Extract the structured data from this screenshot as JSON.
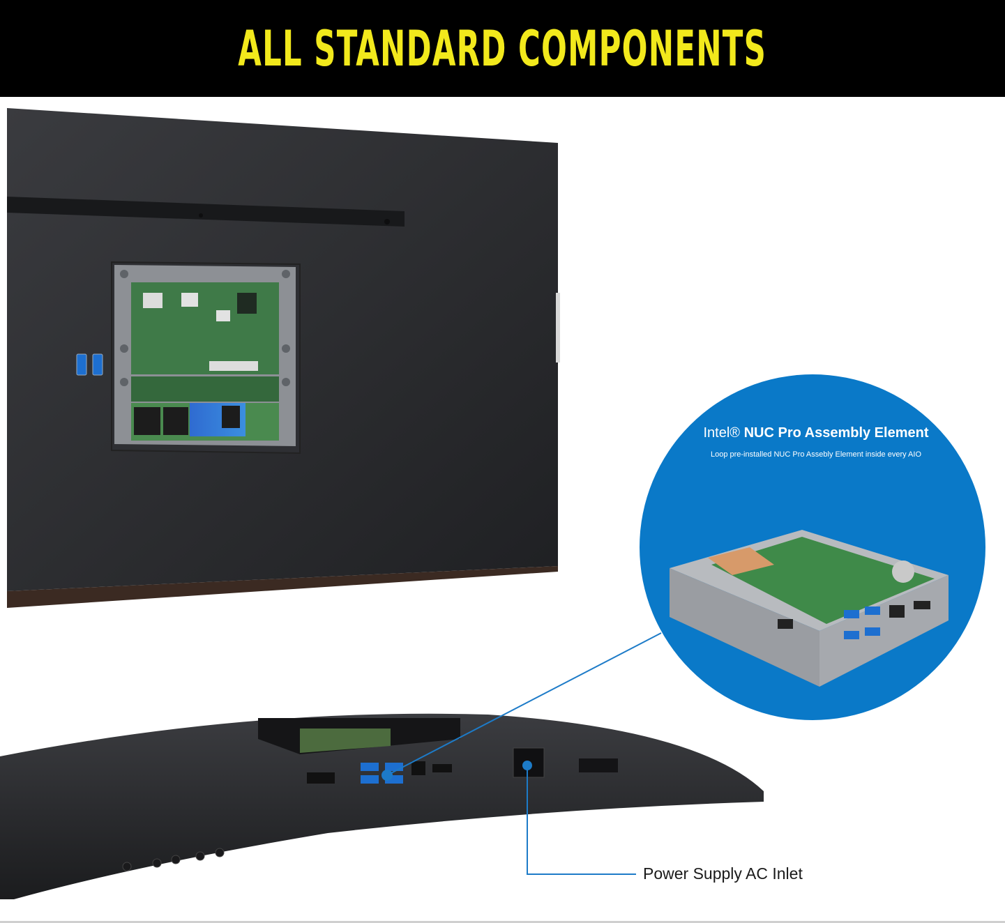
{
  "banner": {
    "title": "ALL STANDARD COMPONENTS",
    "background": "#000000",
    "text_color": "#f2e91c"
  },
  "callout": {
    "title_prefix": "Intel®",
    "title_bold": "NUC Pro Assembly Element",
    "subtitle": "Loop pre-installed NUC Pro Assebly Element inside every AIO",
    "circle_color": "#0a79c8"
  },
  "ac_inlet": {
    "label": "Power Supply AC Inlet"
  },
  "colors": {
    "leader_line": "#1d7bc8",
    "monitor_body": "#2c2d30",
    "pcb_green": "#3f7a48"
  }
}
